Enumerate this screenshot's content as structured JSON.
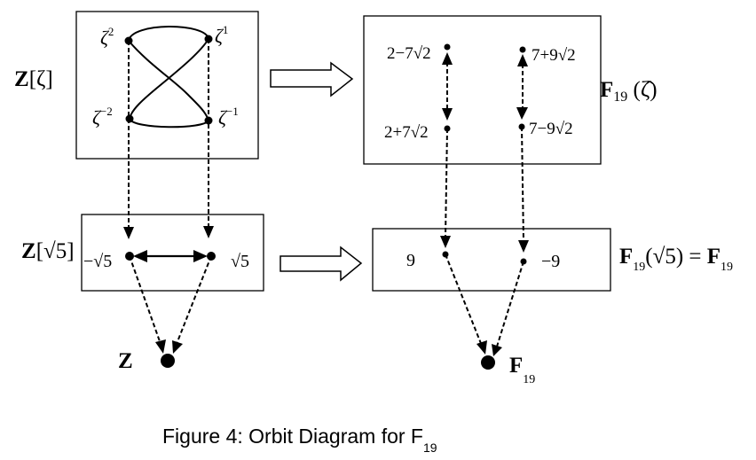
{
  "diagram": {
    "title": "Orbit Diagram for F19",
    "caption": {
      "text": "Figure 4: Orbit Diagram for F",
      "subscript": "19"
    },
    "rings": {
      "z_zeta": {
        "label_bold": "Z",
        "label_rest": "[ζ]",
        "elements": [
          {
            "base": "ζ",
            "exp": "2"
          },
          {
            "base": "ζ",
            "exp": "1"
          },
          {
            "base": "ζ",
            "exp": "−2"
          },
          {
            "base": "ζ",
            "exp": "−1"
          }
        ]
      },
      "f19_zeta_hat": {
        "label_bold": "F",
        "label_sub": "19",
        "label_rest": " (ζ̂)",
        "elements": [
          "2−7√2",
          "7+9√2",
          "2+7√2",
          "7−9√2"
        ]
      },
      "z_sqrt5": {
        "label_bold": "Z",
        "label_rest": "[√5]",
        "elements": [
          "−√5",
          "√5"
        ]
      },
      "f19_sqrt5": {
        "label_bold": "F",
        "label_sub": "19",
        "label_mid": "(√5) = ",
        "label_bold2": "F",
        "label_sub2": "19",
        "elements": [
          "9",
          "−9"
        ]
      },
      "z": {
        "label": "Z"
      },
      "f19": {
        "label": "F",
        "label_sub": "19"
      }
    },
    "relations": [
      {
        "from": "ζ^2",
        "to": "ζ^1",
        "type": "orbit-curve"
      },
      {
        "from": "ζ^-2",
        "to": "ζ^-1",
        "type": "orbit-curve"
      },
      {
        "from": "ζ^2",
        "to": "ζ^-1",
        "type": "orbit-curve"
      },
      {
        "from": "ζ^1",
        "to": "ζ^-2",
        "type": "orbit-curve"
      },
      {
        "from": "ζ^2 / ζ^-2",
        "to": "−√5",
        "type": "dashed-projection"
      },
      {
        "from": "ζ^1 / ζ^-1",
        "to": "√5",
        "type": "dashed-projection"
      },
      {
        "from": "−√5",
        "to": "√5",
        "type": "double-arrow"
      },
      {
        "from": "−√5",
        "to": "Z",
        "type": "dashed-projection"
      },
      {
        "from": "√5",
        "to": "Z",
        "type": "dashed-projection"
      },
      {
        "from": "2−7√2",
        "to": "2+7√2",
        "type": "double-arrow-dashed"
      },
      {
        "from": "7+9√2",
        "to": "7−9√2",
        "type": "double-arrow-dashed"
      },
      {
        "from": "2+7√2",
        "to": "9",
        "type": "dashed-projection"
      },
      {
        "from": "7−9√2",
        "to": "−9",
        "type": "dashed-projection"
      },
      {
        "from": "9",
        "to": "F19",
        "type": "dashed-projection"
      },
      {
        "from": "−9",
        "to": "F19",
        "type": "dashed-projection"
      },
      {
        "from": "Z[ζ]",
        "to": "F19(ζ̂)",
        "type": "reduction-arrow"
      },
      {
        "from": "Z[√5]",
        "to": "F19",
        "type": "reduction-arrow"
      }
    ]
  }
}
